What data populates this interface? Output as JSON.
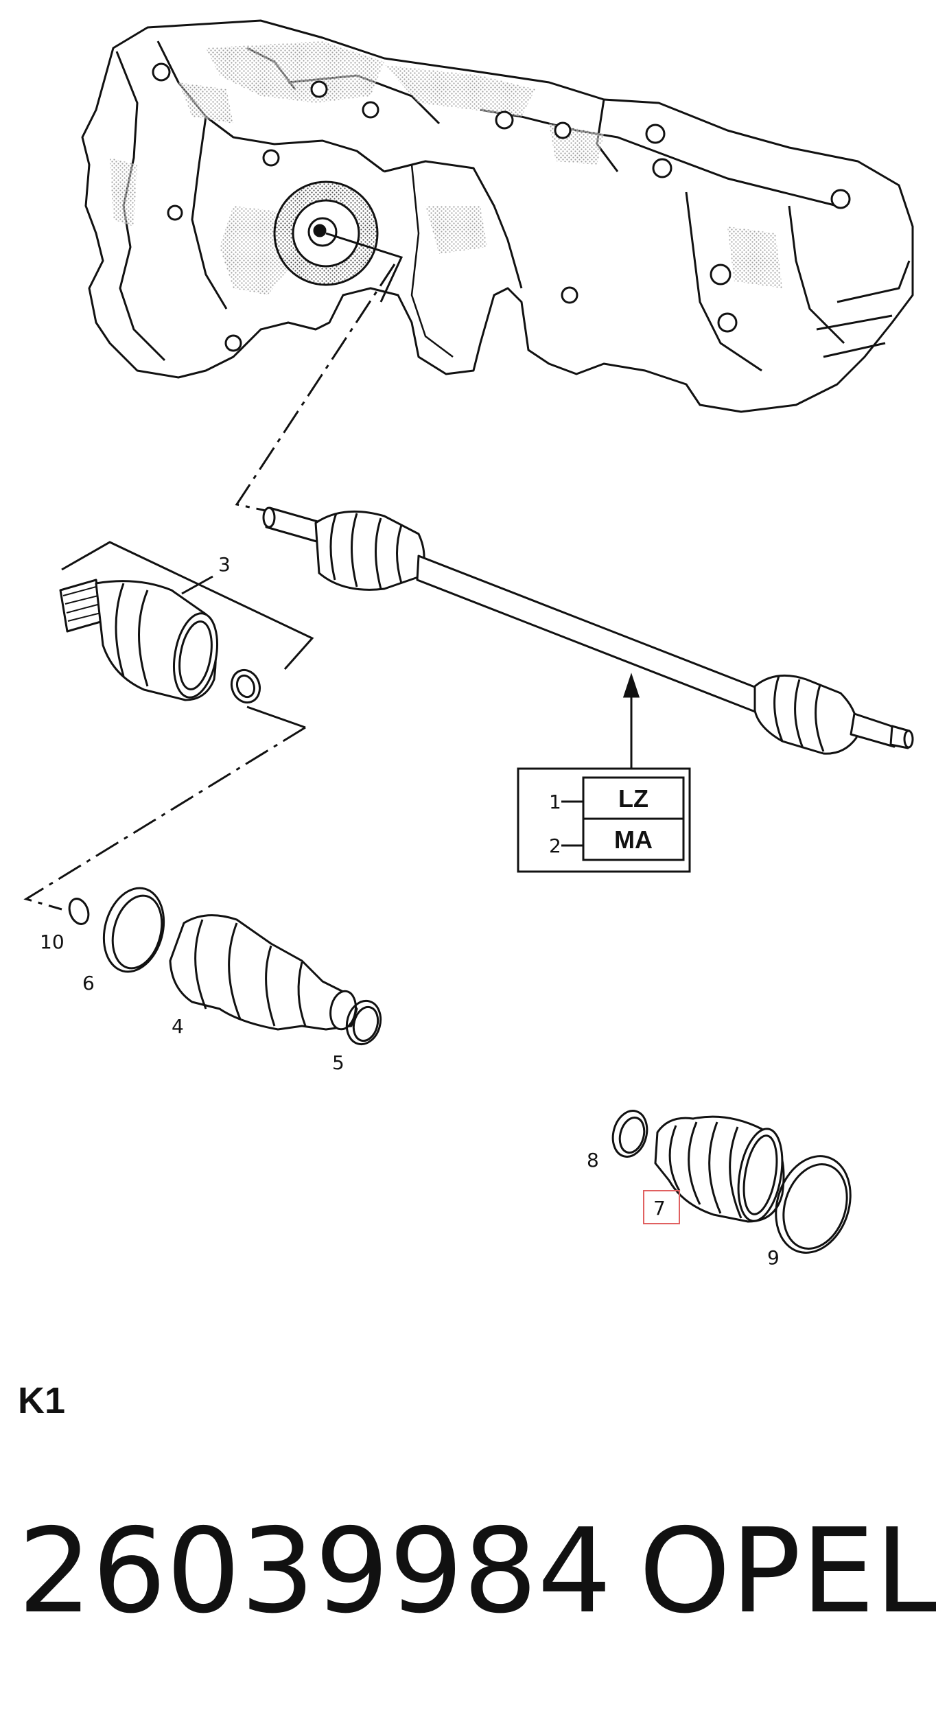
{
  "callouts": {
    "c1": "1",
    "c2": "2",
    "c3": "3",
    "c4": "4",
    "c5": "5",
    "c6": "6",
    "c7": "7",
    "c8": "8",
    "c9": "9",
    "c10": "10"
  },
  "variants": {
    "top": "LZ",
    "bottom": "MA"
  },
  "highlight_color": "#e06060",
  "section_label": "K1",
  "footer": {
    "part_number": "26039984",
    "brand": "OPEL"
  }
}
